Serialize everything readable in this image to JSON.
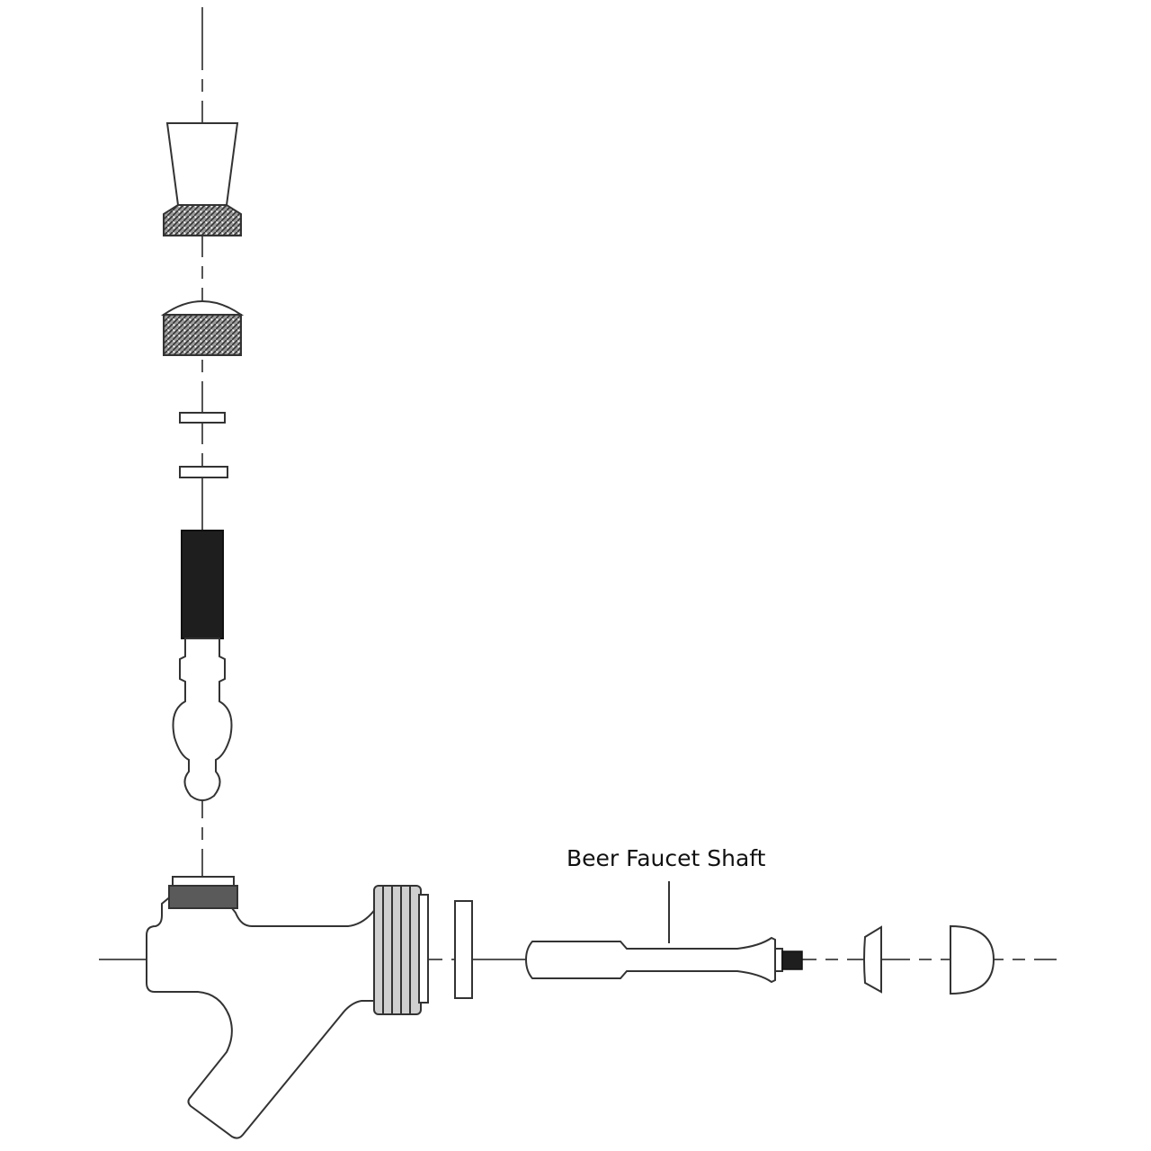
{
  "diagram": {
    "type": "exploded-assembly",
    "subject": "beer faucet",
    "labels": [
      {
        "text": "Beer Faucet Shaft",
        "points_to": "shaft"
      }
    ],
    "colors": {
      "line": "#333333",
      "fill_dark": "#1e1e1e",
      "knurl": "#6a6a6a",
      "background": "#ffffff"
    },
    "parts_vertical_axis": [
      "tap-handle-ferrule",
      "knurled-collar",
      "washer-upper",
      "washer-lower",
      "lever-with-black-grip",
      "faucet-body-top-thread"
    ],
    "parts_horizontal_axis": [
      "faucet-body",
      "coupling-washer",
      "shaft",
      "shaft-seat-cap",
      "dome-cap"
    ]
  }
}
